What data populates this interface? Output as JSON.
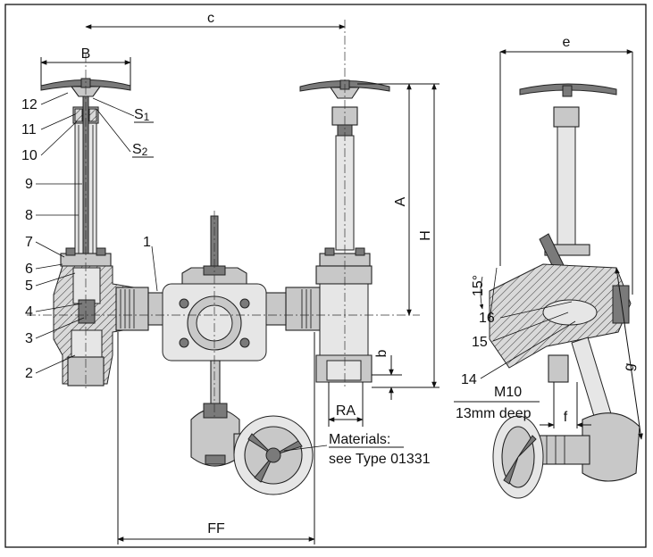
{
  "part_numbers": [
    "12",
    "11",
    "10",
    "9",
    "8",
    "7",
    "6",
    "5",
    "4",
    "3",
    "2",
    "1",
    "16",
    "15",
    "14"
  ],
  "dimensions": {
    "c": "c",
    "B": "B",
    "e": "e",
    "A": "A",
    "H": "H",
    "b": "b",
    "RA": "RA",
    "FF": "FF",
    "f": "f",
    "g": "g",
    "angle": "15°"
  },
  "seals": {
    "s1": "S",
    "s1_sub": "1",
    "s2": "S",
    "s2_sub": "2"
  },
  "thread": {
    "line1": "M10",
    "line2": "13mm deep"
  },
  "materials": {
    "line1": "Materials:",
    "line2": "see Type 01331"
  }
}
